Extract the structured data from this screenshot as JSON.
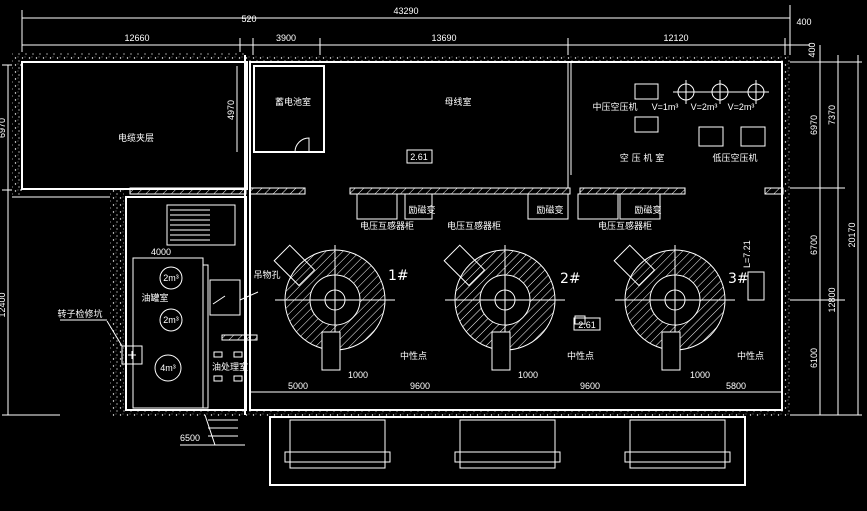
{
  "dimensions": {
    "top_total": "43290",
    "top_segments": [
      "12660",
      "520",
      "3900",
      "13690",
      "12120",
      "400"
    ],
    "right": [
      "400",
      "6970",
      "7370",
      "6700",
      "12800",
      "6100",
      "20170"
    ],
    "left": [
      "6970",
      "12400"
    ],
    "cable_room_height": "4970",
    "oil_room_width": "4000",
    "stair_width": "6500",
    "unit_spacing": [
      "5000",
      "9600",
      "9600",
      "5800"
    ],
    "stair_1000": [
      "1000",
      "1000",
      "1000"
    ]
  },
  "rooms": {
    "cable_mezzanine": "电缆夹层",
    "battery_room": "蓄电池室",
    "busbar_room": "母线室",
    "compressor_room": "空 压 机 室",
    "mid_pressure_compressor": "中压空压机",
    "low_pressure_compressor": "低压空压机",
    "oil_tank_room": "油罐室",
    "oil_treatment_room": "油处理室",
    "rotor_pit": "转子检修坑",
    "hoist_hole": "吊物孔"
  },
  "tanks": {
    "air": [
      "V=1m³",
      "V=2m³",
      "V=2m³"
    ],
    "oil": [
      "2m³",
      "2m³",
      "4m³"
    ]
  },
  "elevations": [
    "2.61",
    "2.61"
  ],
  "equipment": {
    "excitation_transformer": [
      "励磁变",
      "励磁变",
      "励磁变"
    ],
    "pt_cabinet": [
      "电压互感器柜",
      "电压互感器柜",
      "电压互感器柜"
    ],
    "neutral_point": [
      "中性点",
      "中性点",
      "中性点"
    ]
  },
  "units": [
    "1#",
    "2#",
    "3#"
  ],
  "slope_label": "L=7.21"
}
